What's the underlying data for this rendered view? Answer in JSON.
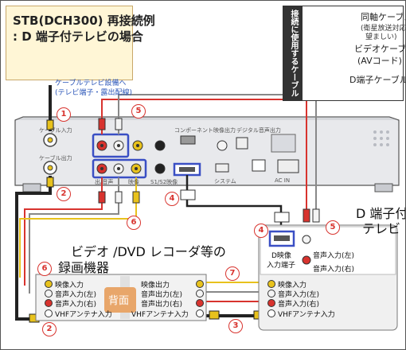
{
  "title": {
    "line1": "STB(DCH300) 再接続例",
    "line2": ": D 端子付テレビの場合"
  },
  "legend": {
    "header": "接続に使用するケーブル",
    "coax": "同軸ケーブル",
    "coax_note1": "(衛星放送対応用が",
    "coax_note2": "望ましい)",
    "video": "ビデオケーブル",
    "video_note": "(AVコード)",
    "dterm": "D端子ケーブル"
  },
  "cable_source": {
    "line1": "ケーブルテレビ設備へ",
    "line2": "(テレビ端子・露出配線)"
  },
  "badges": {
    "b1": "1",
    "b2": "2",
    "b3": "3",
    "b4": "4",
    "b5": "5",
    "b6": "6",
    "b7": "7"
  },
  "stb_panel": {
    "cable_in": "ケーブル入力",
    "out": "ケーブル出力",
    "av_out": "出/音声",
    "video": "映像",
    "s_video": "S1/S2映像",
    "component": "コンポーネント映像出力",
    "digital": "デジタル音声出力",
    "system": "システム",
    "ac": "AC IN"
  },
  "tv": {
    "title_line1": "D 端子付",
    "title_line2": "テレビ",
    "d_input_line1": "D映像",
    "d_input_line2": "入力端子",
    "audio_l": "音声入力(左)",
    "audio_r": "音声入力(右)"
  },
  "recorder": {
    "title_line1": "ビデオ /DVD レコーダ等の",
    "title_line2": "録画機器",
    "back_label": "背面"
  },
  "rec_inputs": [
    "映像入力",
    "音声入力(左)",
    "音声入力(右)",
    "VHFアンテナ入力"
  ],
  "rec_outputs": [
    "映像出力",
    "音声出力(左)",
    "音声出力(右)",
    "VHFアンテナ入力"
  ],
  "tv_inputs": [
    "映像入力",
    "音声入力(左)",
    "音声入力(右)",
    "VHFアンテナ入力"
  ],
  "colors": {
    "accent_red": "#d8332e",
    "jack_yellow": "#e8c21c",
    "jack_white": "#f4f4f4",
    "blue_frame": "#3a4fc4",
    "coax": "#333333"
  }
}
